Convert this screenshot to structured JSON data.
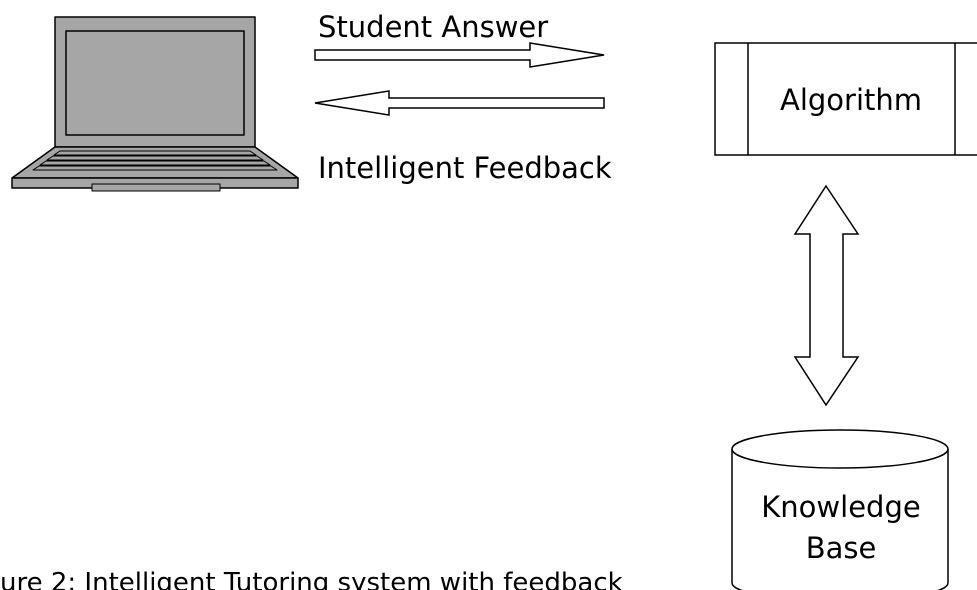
{
  "labels": {
    "student_answer": "Student Answer",
    "intelligent_feedback": "Intelligent Feedback",
    "algorithm": "Algorithm",
    "knowledge_base_line1": "Knowledge",
    "knowledge_base_line2": "Base"
  },
  "caption": "ure 2: Intelligent Tutoring system with feedback",
  "colors": {
    "stroke": "#000000",
    "laptop_fill": "#a6a6a6",
    "background": "#ffffff"
  },
  "icons": {
    "laptop": "laptop-icon",
    "database": "database-cylinder-icon"
  }
}
